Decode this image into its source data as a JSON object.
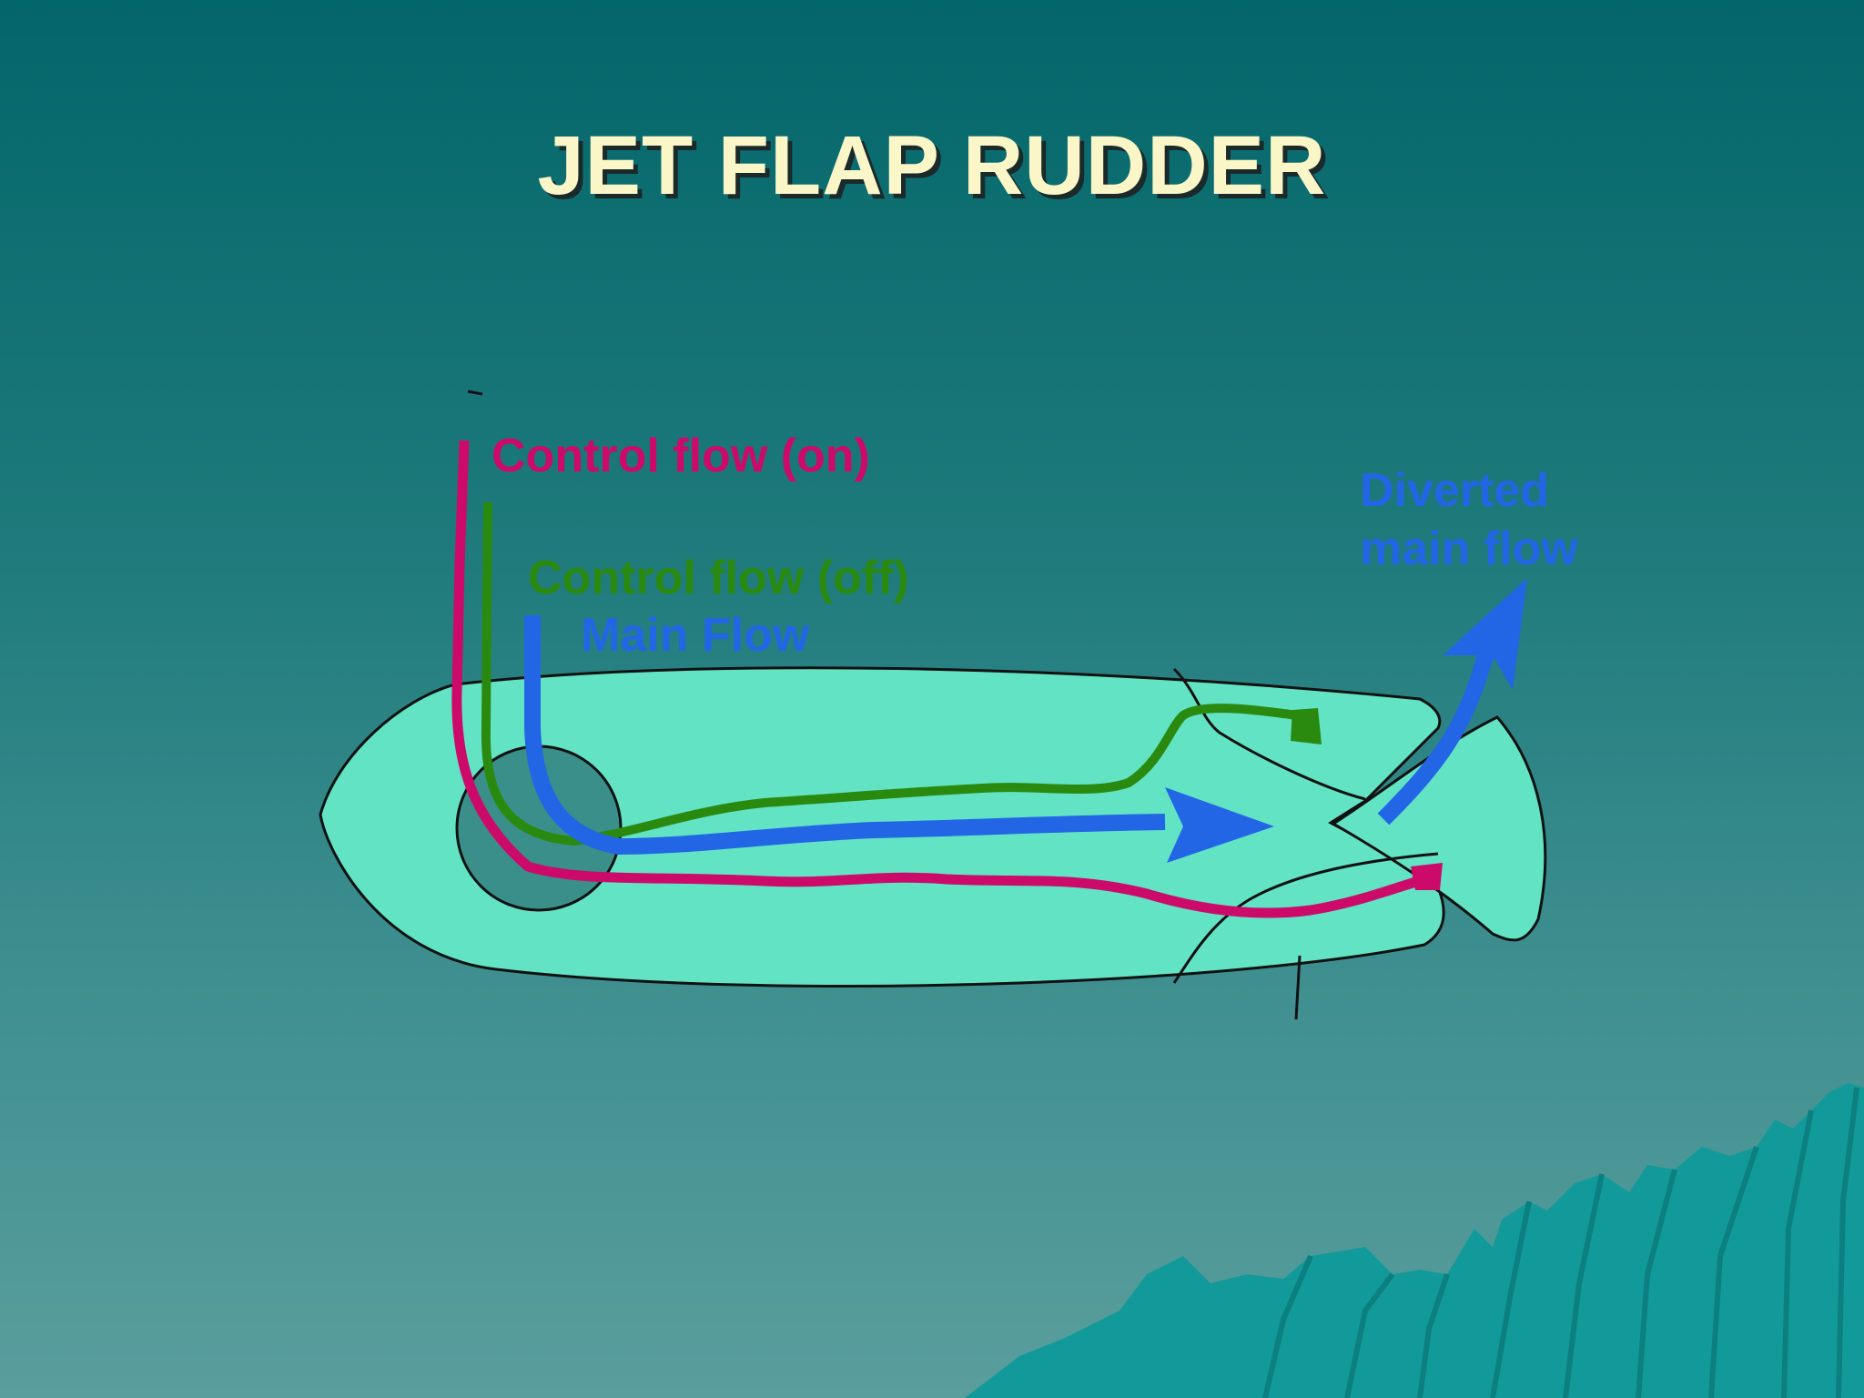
{
  "slide": {
    "title": "JET FLAP RUDDER"
  },
  "diagram": {
    "labels": {
      "control_on": "Control flow (on)",
      "control_off": "Control flow (off)",
      "main_flow": "Main Flow",
      "diverted_line1": "Diverted",
      "diverted_line2": "main flow"
    },
    "colors": {
      "background_top": "#03666a",
      "background_bottom": "#5a9e9d",
      "title": "#fbf6c8",
      "body_fill": "#62e3c4",
      "outline": "#111111",
      "control_on": "#cc0a6a",
      "control_off": "#2a8a10",
      "main_flow": "#2266e6",
      "mountains": "#129a9a"
    }
  }
}
